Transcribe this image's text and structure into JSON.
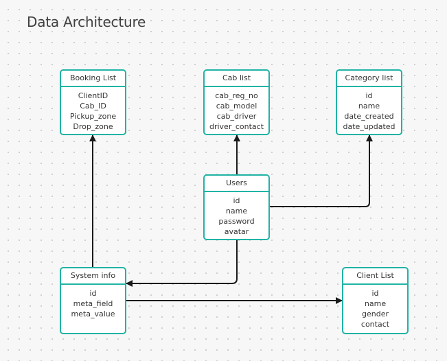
{
  "diagram": {
    "title": "Data Architecture",
    "entities": {
      "booking_list": {
        "name": "Booking List",
        "fields": [
          "ClientID",
          "Cab_ID",
          "Pickup_zone",
          "Drop_zone"
        ]
      },
      "cab_list": {
        "name": "Cab list",
        "fields": [
          "cab_reg_no",
          "cab_model",
          "cab_driver",
          "driver_contact"
        ]
      },
      "category_list": {
        "name": "Category list",
        "fields": [
          "id",
          "name",
          "date_created",
          "date_updated"
        ]
      },
      "users": {
        "name": "Users",
        "fields": [
          "id",
          "name",
          "password",
          "avatar"
        ]
      },
      "system_info": {
        "name": "System info",
        "fields": [
          "id",
          "meta_field",
          "meta_value"
        ]
      },
      "client_list": {
        "name": "Client List",
        "fields": [
          "id",
          "name",
          "gender",
          "contact"
        ]
      }
    },
    "connections": [
      {
        "from": "System info",
        "to": "Booking List"
      },
      {
        "from": "Users",
        "to": "Cab list"
      },
      {
        "from": "Users",
        "to": "Category list"
      },
      {
        "from": "Users",
        "to": "System info"
      },
      {
        "from": "System info",
        "to": "Client List"
      }
    ],
    "colors": {
      "entity_border": "#20b3a5",
      "connector": "#1a1a1a",
      "text": "#333333"
    }
  }
}
